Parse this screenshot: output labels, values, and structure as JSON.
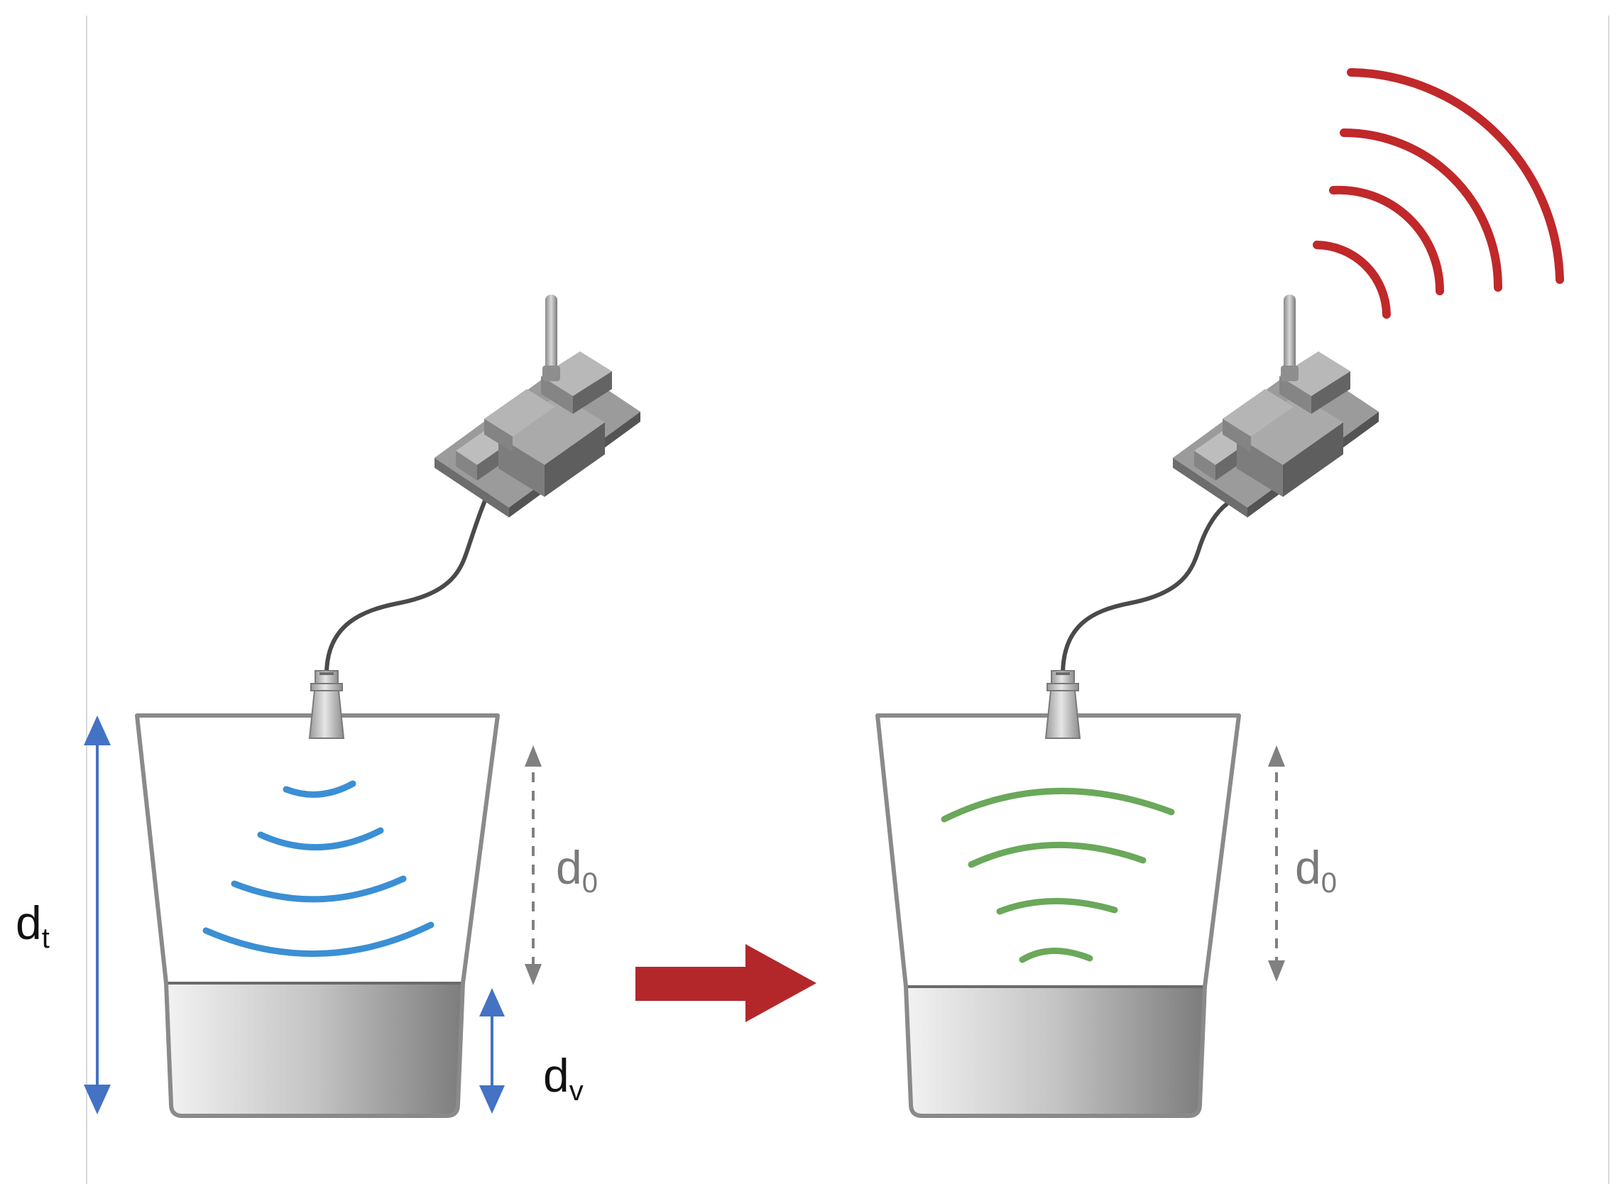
{
  "labels": {
    "total_depth": {
      "main": "d",
      "sub": "t"
    },
    "level": {
      "main": "d",
      "sub": "v"
    },
    "left_gap": {
      "main": "d",
      "sub": "0"
    },
    "right_gap": {
      "main": "d",
      "sub": "0"
    }
  },
  "colors": {
    "ultrasonic_waves_left": "#3b8fd4",
    "ultrasonic_waves_right": "#6aa85a",
    "radio_waves": "#c0282a",
    "transition_arrow": "#b3272a",
    "dimension_arrows": "#4472c4",
    "dashed_arrows": "#808080"
  },
  "icons": {
    "sensor": "ultrasonic-sensor-icon",
    "board": "wireless-module-icon",
    "tank": "tank-container-icon"
  }
}
